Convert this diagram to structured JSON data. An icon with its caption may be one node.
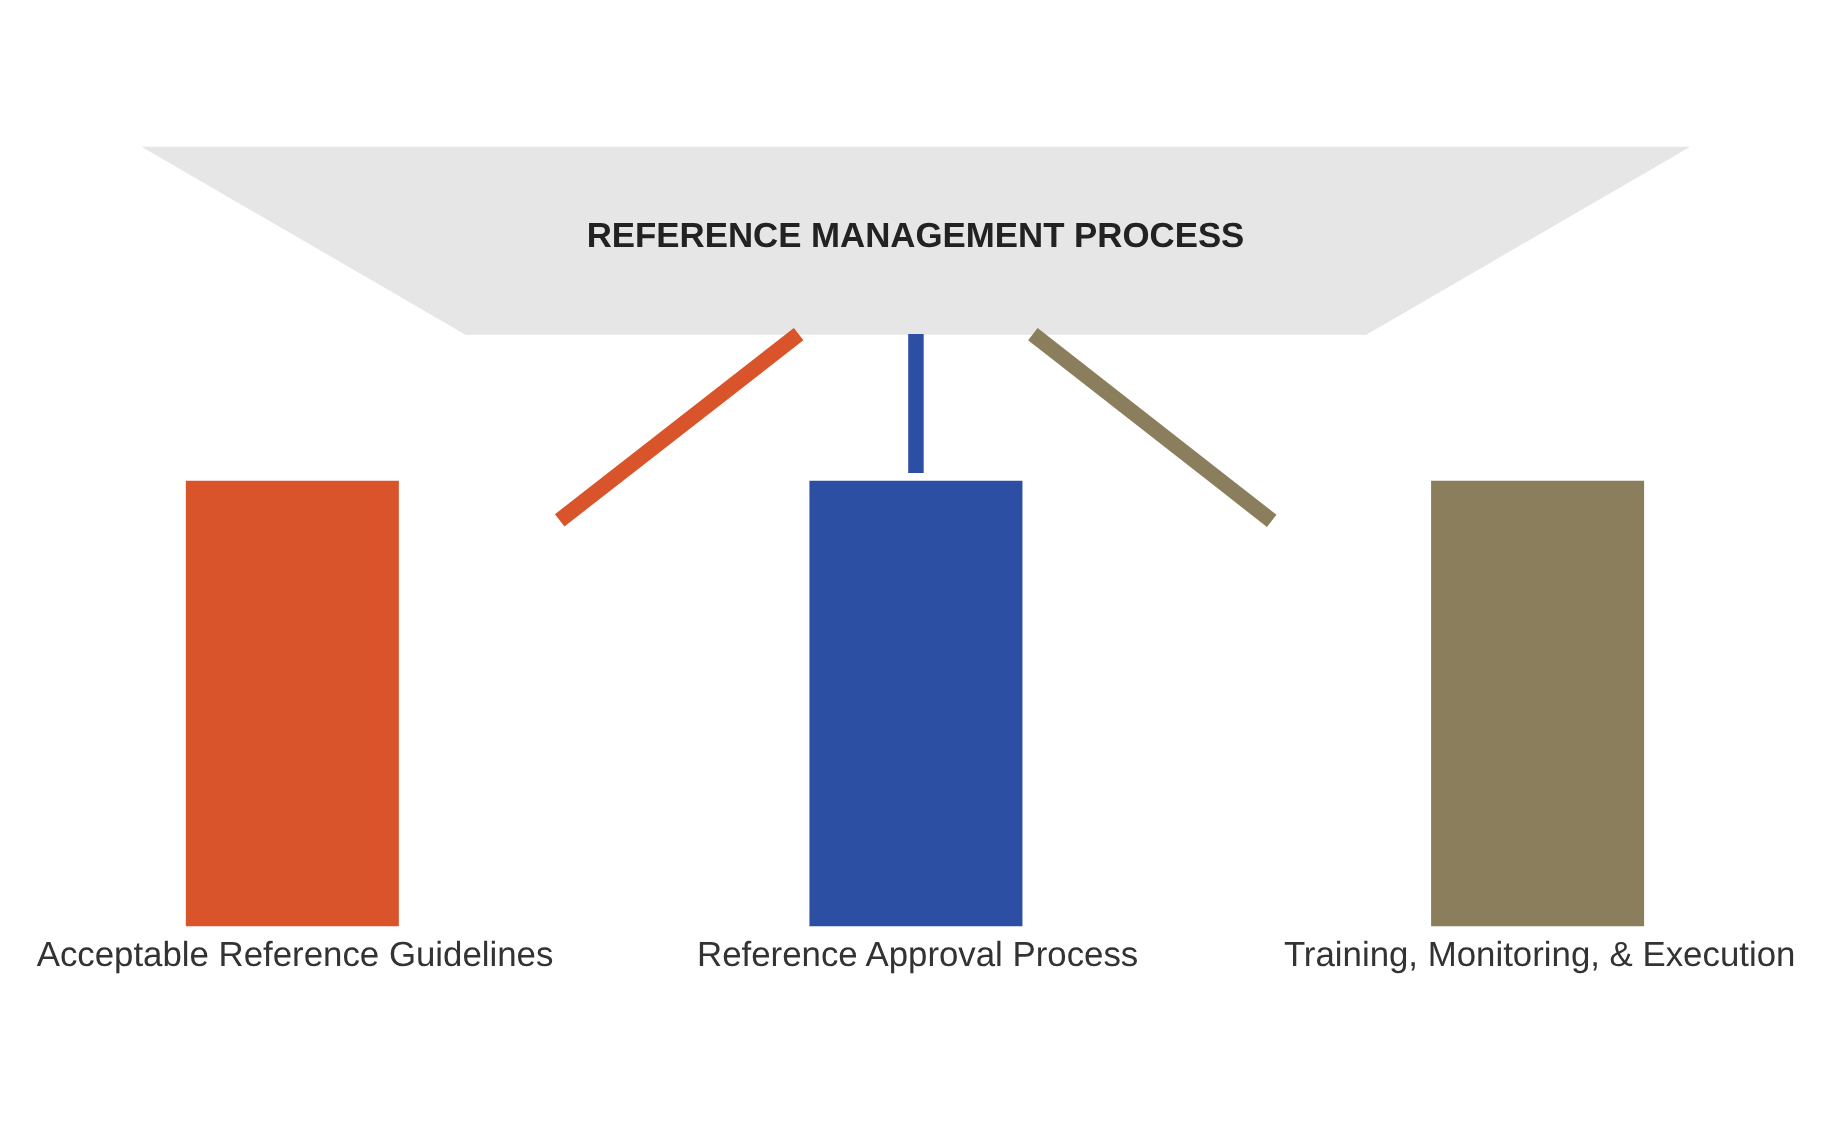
{
  "diagram": {
    "nodes": [
      {
        "text": [
          "REFERENCE MANAGEMENT PROCESS"
        ]
      },
      {
        "text": [],
        "shape": "bar",
        "beside": [
          "Acceptable Reference Guidelines"
        ]
      },
      {
        "text": [],
        "shape": "bar",
        "beside": [
          "Reference Approval Process"
        ]
      },
      {
        "text": [],
        "shape": "bar",
        "beside": [
          "Training, Monitoring, & Execution"
        ]
      }
    ],
    "edges": [
      {
        "from": 0,
        "to": 1,
        "arrow": "none",
        "color": "#d9542b"
      },
      {
        "from": 0,
        "to": 2,
        "arrow": "none",
        "color": "#2c4fa3"
      },
      {
        "from": 0,
        "to": 3,
        "arrow": "none",
        "color": "#8b7e5c"
      }
    ]
  }
}
